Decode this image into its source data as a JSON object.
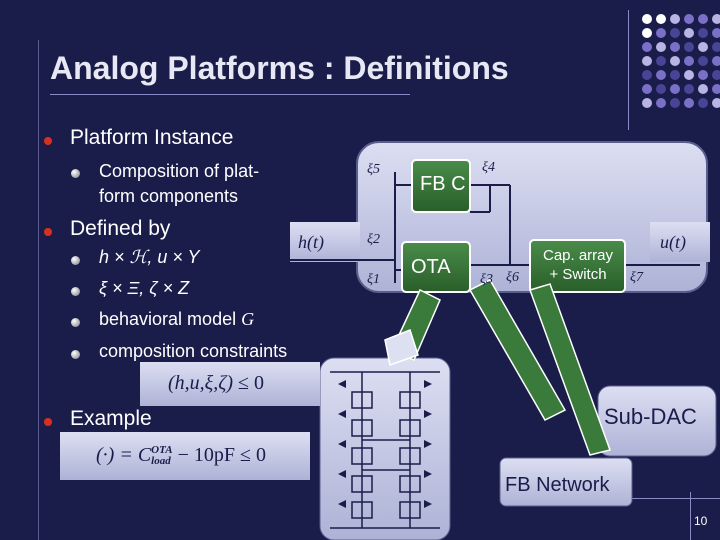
{
  "title": "Analog Platforms : Definitions",
  "bullets": {
    "platform_instance": "Platform Instance",
    "composition_line1": "Composition of plat-",
    "composition_line2": "form components",
    "defined_by": "Defined by",
    "sets_1": "h × ℋ, u × Y",
    "sets_2": "ξ × Ξ, ζ × Z",
    "behavioral_model": "behavioral model",
    "behavioral_model_symbol": "G",
    "composition_constraints": "composition constraints",
    "constraint_formula_lhs": "(h,u,ξ,ζ)",
    "constraint_formula_rhs": "≤ 0",
    "example": "Example",
    "example_formula_lhs": "(·) = C",
    "example_formula_sup": "OTA",
    "example_formula_sub": "load",
    "example_formula_rhs": "− 10pF ≤ 0"
  },
  "diagram": {
    "fbc_label": "FB C",
    "ota_label": "OTA",
    "cap_array_line1": "Cap. array",
    "cap_array_line2": "+ Switch",
    "sub_dac_label": "Sub-DAC",
    "fb_network_label": "FB Network",
    "input_signal": "h(t)",
    "output_signal": "u(t)",
    "xi_labels": [
      "ξ5",
      "ξ4",
      "ξ2",
      "ξ1",
      "ξ3",
      "ξ6",
      "ξ7"
    ]
  },
  "page_number": "10",
  "colors": {
    "background": "#1a1d4a",
    "panel": "#c8cce8",
    "bullet_red": "#d83020",
    "block_green": "#3a7a3a",
    "dot_purple": "#7a70c8",
    "dot_lavender": "#b8b4e4"
  }
}
